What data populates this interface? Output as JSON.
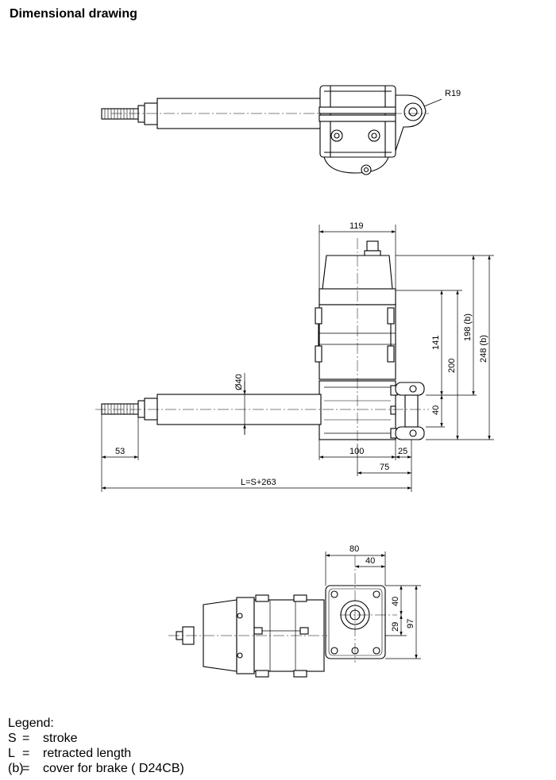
{
  "title": "Dimensional drawing",
  "dimensions": {
    "radius": "R19",
    "width_motor": "119",
    "height_141": "141",
    "height_200": "200",
    "height_198b": "198 (b)",
    "height_248b": "248 (b)",
    "rod_diameter": "Ø40",
    "clevis_40": "40",
    "thread_length": "53",
    "gear_width": "100",
    "clevis_offset": "25",
    "pin_to_axis": "75",
    "retracted_length": "L=S+263",
    "flange_width": "80",
    "flange_half_width": "40",
    "flange_height_40": "40",
    "flange_height_29": "29",
    "flange_height_97": "97"
  },
  "legend": {
    "title": "Legend:",
    "items": [
      {
        "key": "S",
        "eq": "=",
        "text": "stroke"
      },
      {
        "key": "L",
        "eq": "=",
        "text": "retracted length"
      },
      {
        "key": "(b)",
        "eq": "=",
        "text": "cover for brake ( D24CB)"
      }
    ]
  }
}
